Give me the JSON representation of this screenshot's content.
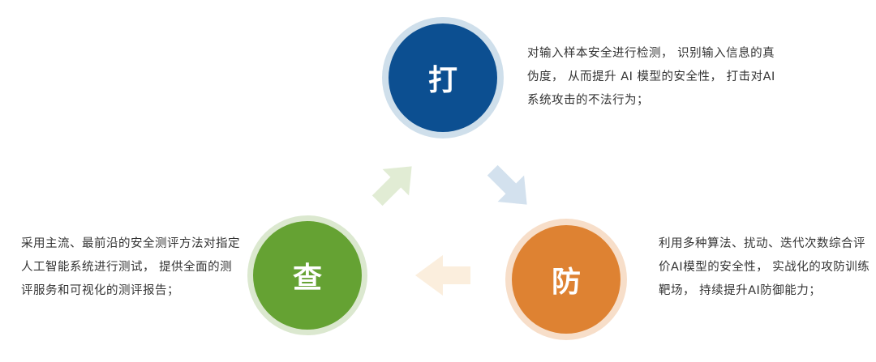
{
  "nodes": {
    "top": {
      "label": "打",
      "color": "#0c4f91",
      "ring": "#cfdfeb"
    },
    "left": {
      "label": "查",
      "color": "#65a233",
      "ring": "#dbe8cf"
    },
    "right": {
      "label": "防",
      "color": "#de8232",
      "ring": "#f7dec9"
    }
  },
  "descriptions": {
    "top": "对输入样本安全进行检测， 识别输入信息的真伪度， 从而提升 AI 模型的安全性， 打击对AI系统攻击的不法行为；",
    "left": "采用主流、最前沿的安全测评方法对指定人工智能系统进行测试， 提供全面的测评服务和可视化的测评报告；",
    "right": "利用多种算法、扰动、迭代次数综合评价AI模型的安全性， 实战化的攻防训练靶场， 持续提升AI防御能力；"
  },
  "arrow_colors": {
    "left_to_top": "#e1ecd4",
    "top_to_right": "#d3e1ee",
    "right_to_left": "#fbeedd"
  }
}
